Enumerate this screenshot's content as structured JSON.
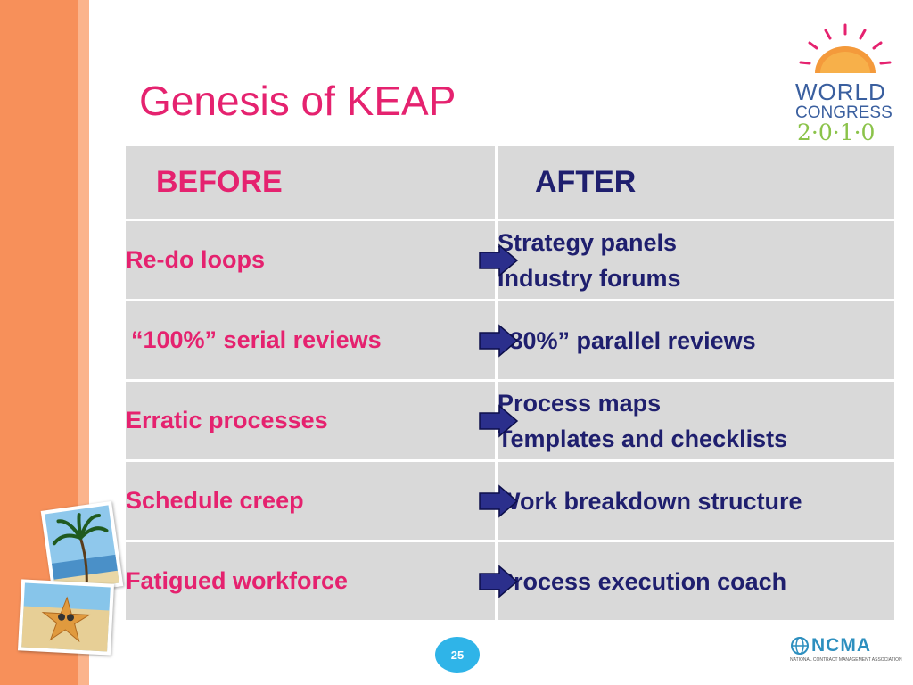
{
  "slide": {
    "title": "Genesis of KEAP",
    "page_number": "25"
  },
  "logo_world_congress": {
    "line1": "WORLD",
    "line2": "CONGRESS",
    "line3": "2·0·1·0"
  },
  "table": {
    "header_before": "BEFORE",
    "header_after": "AFTER",
    "rows": [
      {
        "before": "Re-do loops",
        "after_line1": "Strategy panels",
        "after_line2": "Industry forums"
      },
      {
        "before": "“100%” serial reviews",
        "after_line1": "“80%” parallel reviews",
        "after_line2": ""
      },
      {
        "before": "Erratic processes",
        "after_line1": "Process maps",
        "after_line2": "Templates and checklists"
      },
      {
        "before": "Schedule creep",
        "after_line1": "Work breakdown structure",
        "after_line2": ""
      },
      {
        "before": "Fatigued workforce",
        "after_line1": "Process execution coach",
        "after_line2": ""
      }
    ]
  },
  "logo_ncma": {
    "name": "NCMA",
    "tagline": "NATIONAL CONTRACT MANAGEMENT ASSOCIATION"
  },
  "colors": {
    "accent_pink": "#e5226f",
    "navy": "#1f1f6e",
    "strip_orange": "#f7905a",
    "cell_gray": "#d9d9d9",
    "page_badge": "#2fb4e8"
  },
  "icons": {
    "arrow": "right-arrow-icon",
    "sun": "sun-icon"
  }
}
